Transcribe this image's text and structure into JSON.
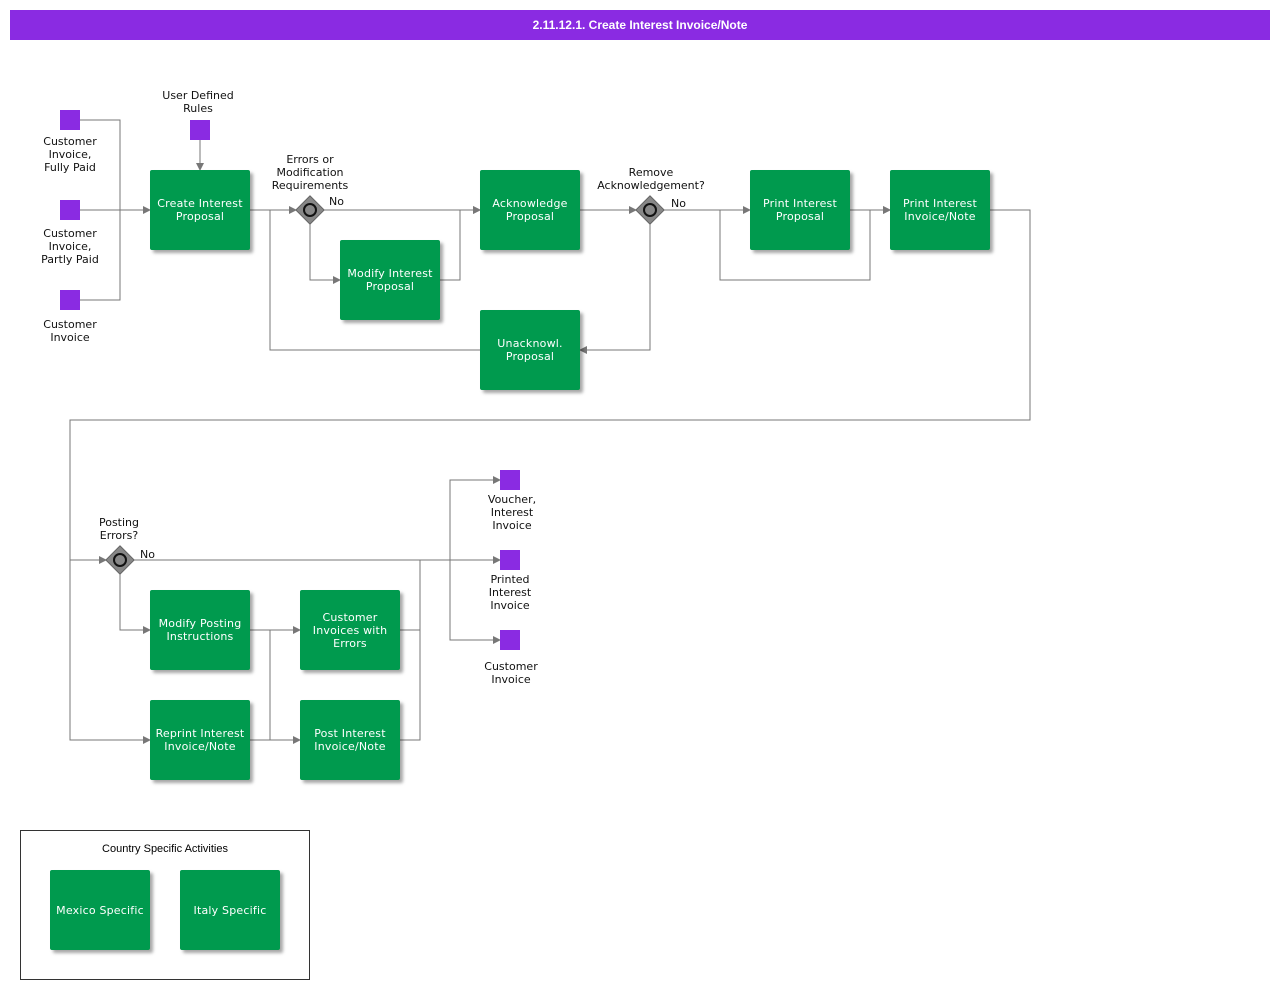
{
  "title": "2.11.12.1. Create Interest Invoice/Note",
  "colors": {
    "title_bar": "#8a2be2",
    "activity": "#009a4e",
    "data_object": "#8a2be2",
    "connector": "#777777",
    "gateway": "#888888"
  },
  "inputs": {
    "fully_paid": "Customer\nInvoice,\nFully Paid",
    "partly_paid": "Customer\nInvoice,\nPartly Paid",
    "customer_invoice": "Customer\nInvoice",
    "user_rules": "User Defined\nRules"
  },
  "activities": {
    "create_proposal": "Create Interest Proposal",
    "modify_proposal": "Modify Interest Proposal",
    "acknowledge_proposal": "Acknowledge Proposal",
    "unacknowl_proposal": "Unacknowl. Proposal",
    "print_proposal": "Print Interest Proposal",
    "print_invoice": "Print Interest Invoice/Note",
    "modify_posting": "Modify Posting Instructions",
    "invoices_errors": "Customer Invoices with Errors",
    "reprint_invoice": "Reprint Interest Invoice/Note",
    "post_invoice": "Post Interest Invoice/Note"
  },
  "gateways": {
    "errors": "Errors or\nModification\nRequirements",
    "remove_ack": "Remove\nAcknowledgement?",
    "posting_errors": "Posting\nErrors?",
    "no_label": "No"
  },
  "outputs": {
    "voucher": "Voucher,\nInterest\nInvoice",
    "printed": "Printed\nInterest\nInvoice",
    "customer_invoice": "Customer\nInvoice"
  },
  "legend": {
    "title": "Country Specific Activities",
    "mexico": "Mexico Specific",
    "italy": "Italy Specific"
  }
}
